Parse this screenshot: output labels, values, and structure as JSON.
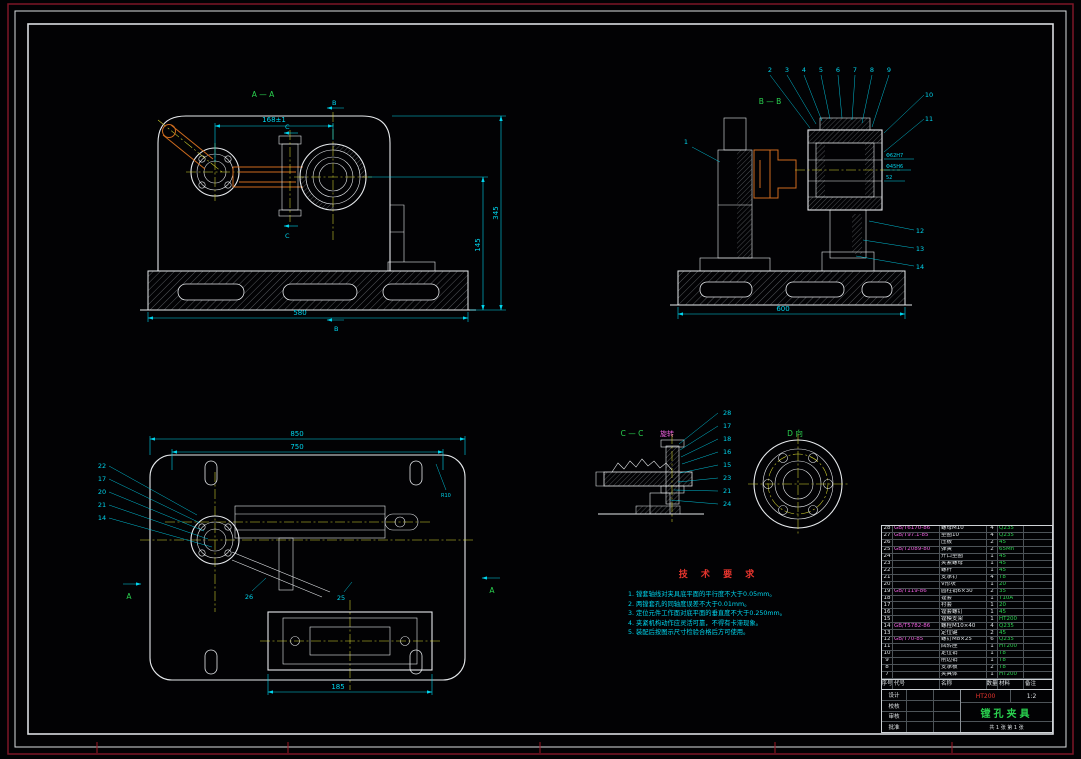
{
  "palette": {
    "background": "#020204",
    "line": "#e6e9ec",
    "dimension": "#00d5ee",
    "centerline": "#d9d930",
    "highlight_orange": "#cd6b1e",
    "label_green": "#2ad24f",
    "label_red": "#e8352e",
    "label_magenta": "#f060e0"
  },
  "views": {
    "front": {
      "section_label": "A — A",
      "dim_top": "168±1",
      "dim_right_outer": "345",
      "dim_right_inner": "145",
      "dim_bottom": "580",
      "marker_b": "B",
      "marker_c": "C"
    },
    "section_b": {
      "section_label": "B — B",
      "balloons_top": [
        "2",
        "3",
        "4",
        "5",
        "6",
        "7",
        "8",
        "9"
      ],
      "balloon_left": "1",
      "balloons_right": [
        "10",
        "11"
      ],
      "balloons_lower": [
        "12",
        "13",
        "14"
      ],
      "dims_right": [
        "Φ62H7",
        "Φ45H6",
        "52"
      ],
      "dim_bottom": "600"
    },
    "plan": {
      "dim_top_outer": "850",
      "dim_top_inner": "750",
      "dim_bottom": "185",
      "dim_radius": "R10",
      "balloons_left": [
        "22",
        "17",
        "20",
        "21",
        "14"
      ],
      "balloon_mid_left": "26",
      "balloon_mid_right": "25",
      "marker_a": "A"
    },
    "section_c": {
      "section_label": "C — C",
      "section_label_suffix": "旋转",
      "balloons": [
        "28",
        "17",
        "18",
        "16",
        "15",
        "23",
        "21",
        "24"
      ]
    },
    "view_d": {
      "label": "D 向"
    }
  },
  "tech_req": {
    "title": "技 术 要 求",
    "lines": [
      "1. 镗套轴线对夹具底平面的平行度不大于0.05mm。",
      "2. 两镗套孔的同轴度误差不大于0.01mm。",
      "3. 定位元件工作面对底平面的垂直度不大于0.250mm。",
      "4. 夹紧机构动作应灵活可靠，不得有卡滞现象。",
      "5. 装配后按图示尺寸检验合格后方可使用。"
    ]
  },
  "bom": {
    "headers": [
      "序号",
      "代号",
      "名称",
      "数量",
      "材料",
      "备注"
    ],
    "rows": [
      [
        "28",
        "GB/T6170-86",
        "螺母M10",
        "4",
        "Q235",
        ""
      ],
      [
        "27",
        "GB/T97.1-85",
        "垫圈10",
        "4",
        "Q235",
        ""
      ],
      [
        "26",
        "",
        "压板",
        "2",
        "45",
        ""
      ],
      [
        "25",
        "GB/T2089-80",
        "弹簧",
        "2",
        "65Mn",
        ""
      ],
      [
        "24",
        "",
        "开口垫圈",
        "1",
        "45",
        ""
      ],
      [
        "23",
        "",
        "夹紧螺母",
        "1",
        "45",
        ""
      ],
      [
        "22",
        "",
        "螺杆",
        "1",
        "45",
        ""
      ],
      [
        "21",
        "",
        "支承钉",
        "4",
        "T8",
        ""
      ],
      [
        "20",
        "",
        "V形块",
        "1",
        "20",
        ""
      ],
      [
        "19",
        "GB/T119-86",
        "圆柱销6×30",
        "2",
        "35",
        ""
      ],
      [
        "18",
        "",
        "镗套",
        "1",
        "T10A",
        ""
      ],
      [
        "17",
        "",
        "衬套",
        "1",
        "20",
        ""
      ],
      [
        "16",
        "",
        "镗套螺钉",
        "1",
        "45",
        ""
      ],
      [
        "15",
        "",
        "镗模支架",
        "1",
        "HT200",
        ""
      ],
      [
        "14",
        "GB/T5782-86",
        "螺栓M10×40",
        "4",
        "Q235",
        ""
      ],
      [
        "13",
        "",
        "定位键",
        "2",
        "45",
        ""
      ],
      [
        "12",
        "GB/T70-85",
        "螺钉M8×25",
        "6",
        "Q235",
        ""
      ],
      [
        "11",
        "",
        "回转座",
        "1",
        "HT200",
        ""
      ],
      [
        "10",
        "",
        "定位销",
        "1",
        "T8",
        ""
      ],
      [
        "9",
        "",
        "削边销",
        "1",
        "T8",
        ""
      ],
      [
        "8",
        "",
        "支承板",
        "2",
        "T8",
        ""
      ],
      [
        "7",
        "",
        "夹具体",
        "1",
        "HT200",
        ""
      ]
    ]
  },
  "title_block": {
    "title": "镗孔夹具",
    "material": "HT200",
    "scale": "1:2",
    "sheet_info": "共 1 张  第 1 张",
    "sign_labels": [
      "设计",
      "校核",
      "审核",
      "批准"
    ]
  }
}
